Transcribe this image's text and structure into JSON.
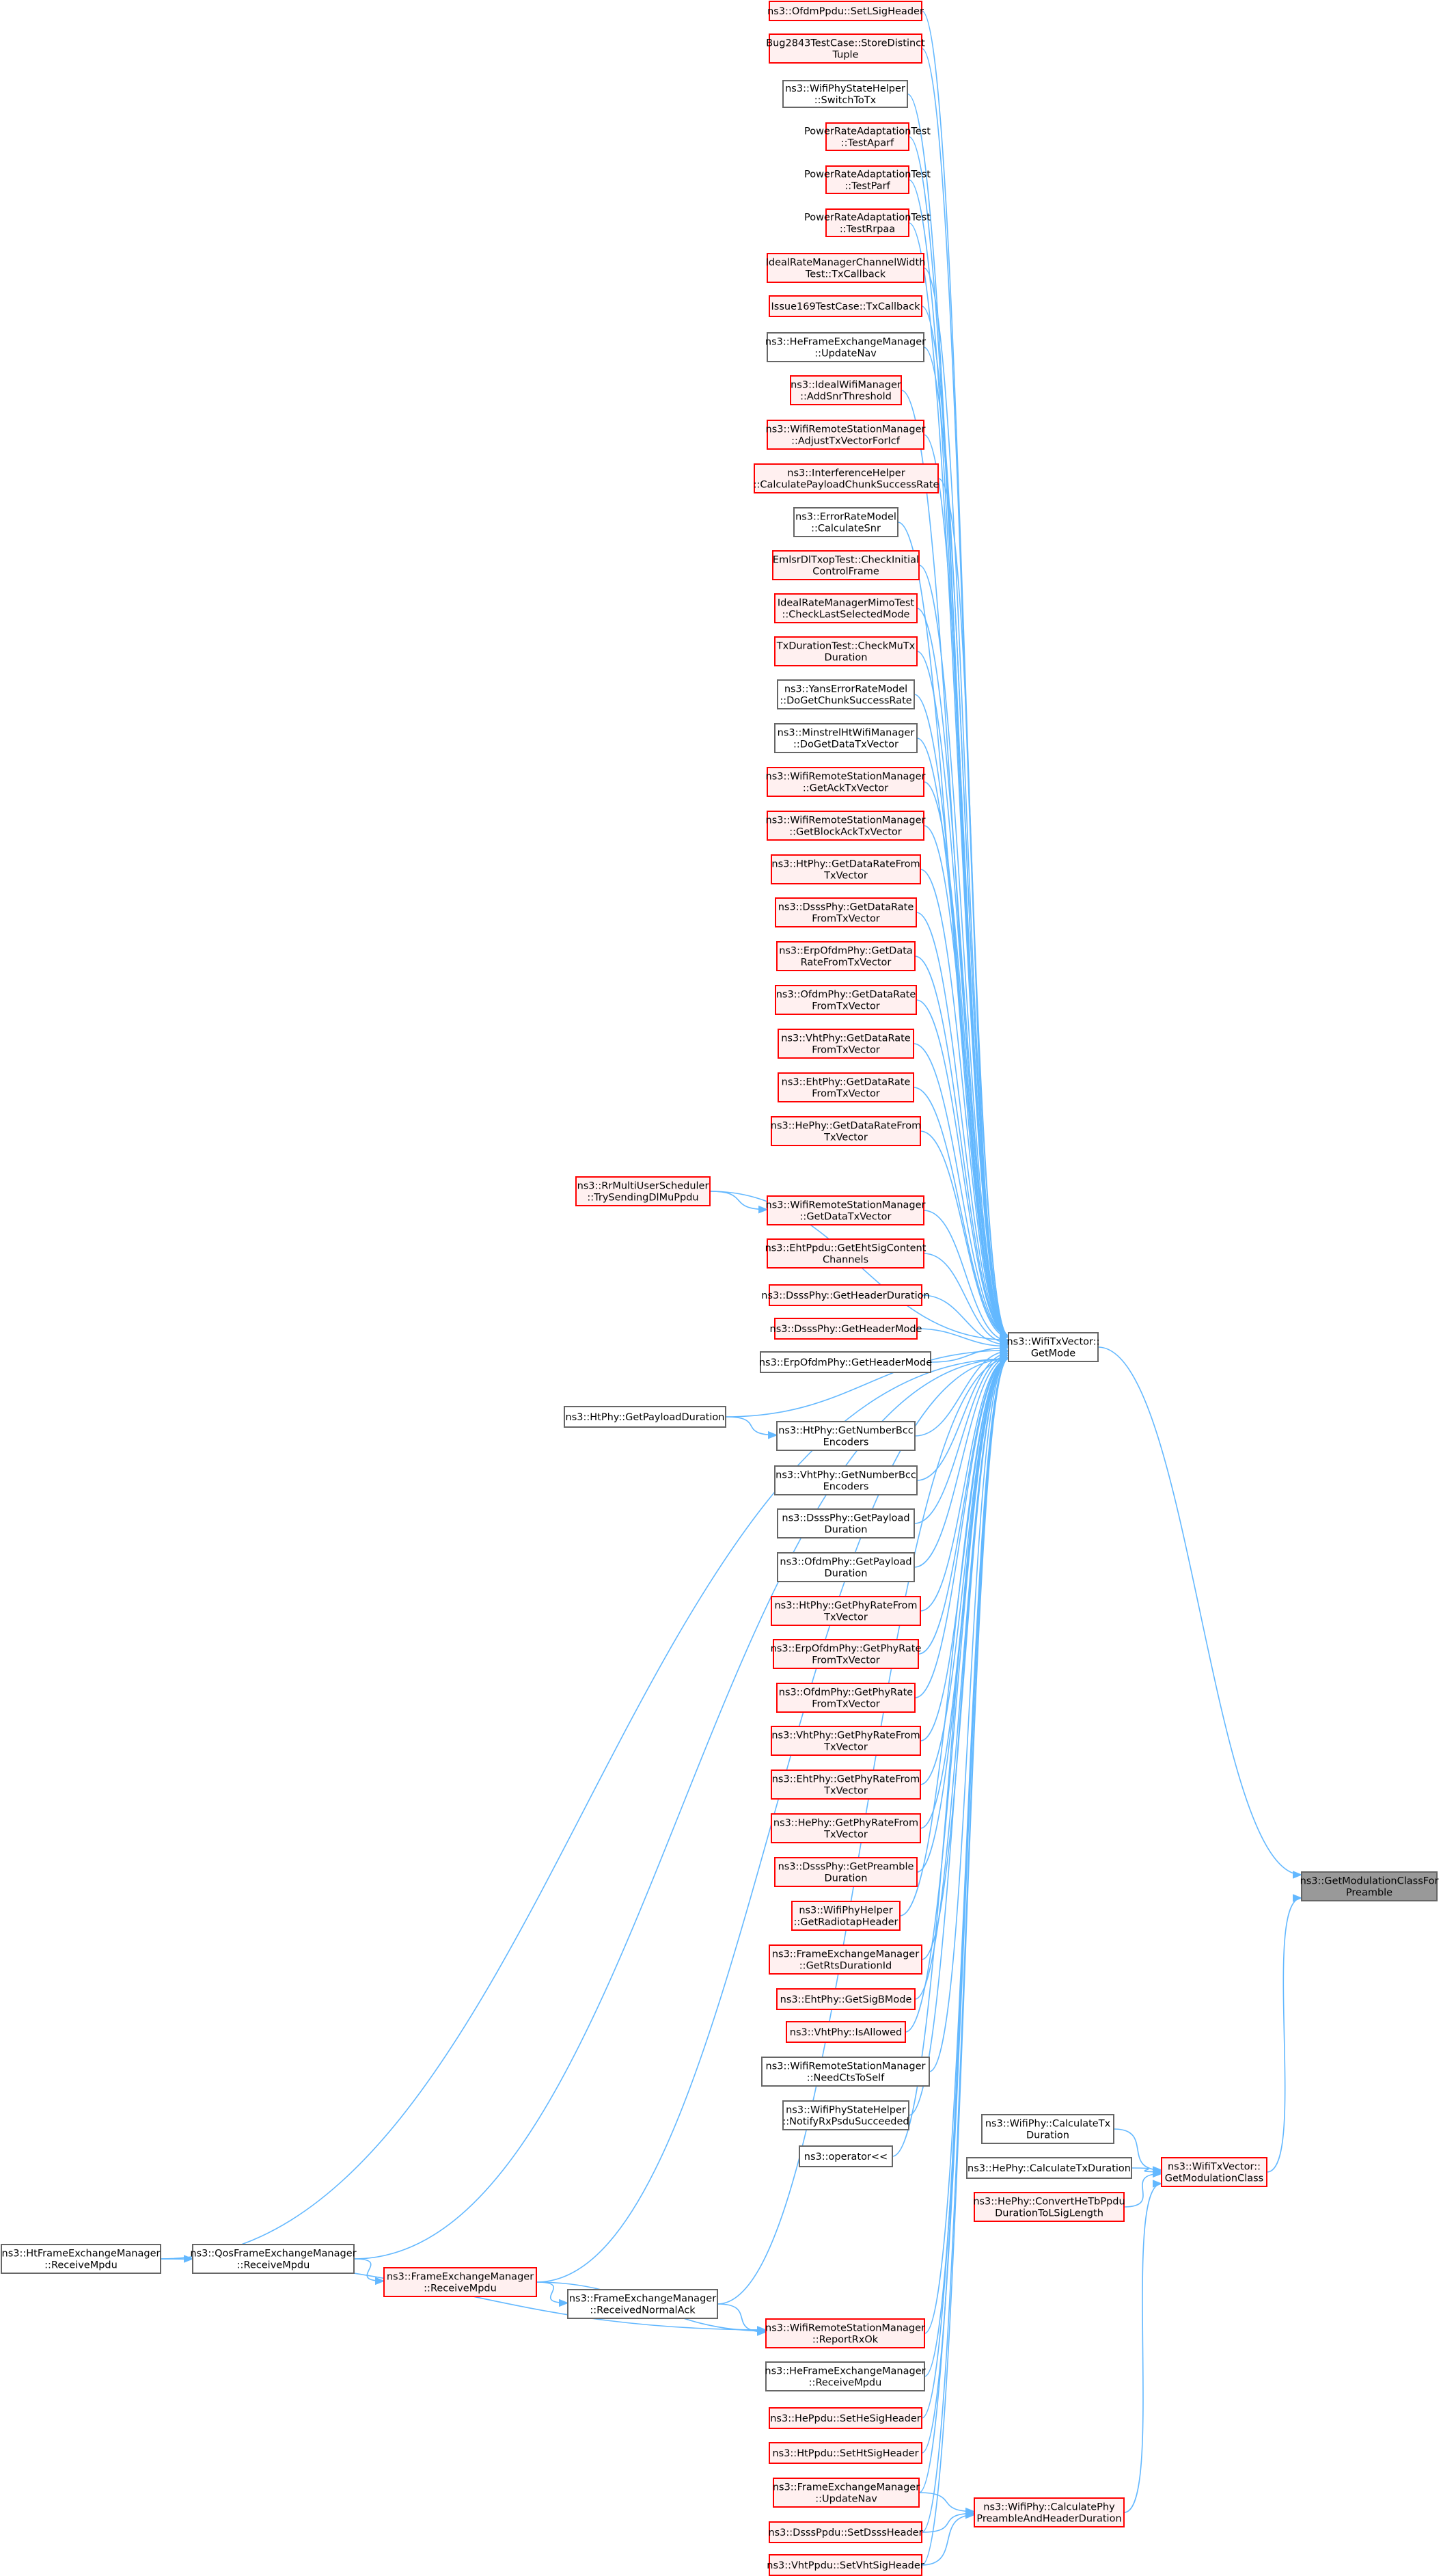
{
  "colors": {
    "edge": "#63b8ff",
    "normal_border": "#666666",
    "normal_fill": "#ffffff",
    "red_border": "#ff0000",
    "red_fill": "#fff0f0",
    "focus_border": "#666666",
    "focus_fill": "#999999"
  },
  "nodes": [
    {
      "id": "ofdm_setlsig",
      "lines": [
        "ns3::OfdmPpdu::SetLSigHeader"
      ],
      "style": "red"
    },
    {
      "id": "bug2843",
      "lines": [
        "Bug2843TestCase::StoreDistinct",
        "Tuple"
      ],
      "style": "red"
    },
    {
      "id": "statehelper_switchtotx",
      "lines": [
        "ns3::WifiPhyStateHelper",
        "::SwitchToTx"
      ],
      "style": "normal"
    },
    {
      "id": "prat_aparf",
      "lines": [
        "PowerRateAdaptationTest",
        "::TestAparf"
      ],
      "style": "red"
    },
    {
      "id": "prat_parf",
      "lines": [
        "PowerRateAdaptationTest",
        "::TestParf"
      ],
      "style": "red"
    },
    {
      "id": "prat_rrpaa",
      "lines": [
        "PowerRateAdaptationTest",
        "::TestRrpaa"
      ],
      "style": "red"
    },
    {
      "id": "idealcw_txcb",
      "lines": [
        "IdealRateManagerChannelWidth",
        "Test::TxCallback"
      ],
      "style": "red"
    },
    {
      "id": "issue169",
      "lines": [
        "Issue169TestCase::TxCallback"
      ],
      "style": "red"
    },
    {
      "id": "hefem_updatenav",
      "lines": [
        "ns3::HeFrameExchangeManager",
        "::UpdateNav"
      ],
      "style": "normal"
    },
    {
      "id": "ideal_addsnr",
      "lines": [
        "ns3::IdealWifiManager",
        "::AddSnrThreshold"
      ],
      "style": "red"
    },
    {
      "id": "wrsm_adjust",
      "lines": [
        "ns3::WifiRemoteStationManager",
        "::AdjustTxVectorForIcf"
      ],
      "style": "red"
    },
    {
      "id": "interf_calc",
      "lines": [
        "ns3::InterferenceHelper",
        "::CalculatePayloadChunkSuccessRate"
      ],
      "style": "red"
    },
    {
      "id": "erm_calcsnr",
      "lines": [
        "ns3::ErrorRateModel",
        "::CalculateSnr"
      ],
      "style": "normal"
    },
    {
      "id": "emlsr_check",
      "lines": [
        "EmlsrDlTxopTest::CheckInitial",
        "ControlFrame"
      ],
      "style": "red"
    },
    {
      "id": "idealmimo",
      "lines": [
        "IdealRateManagerMimoTest",
        "::CheckLastSelectedMode"
      ],
      "style": "red"
    },
    {
      "id": "txdur_checkmu",
      "lines": [
        "TxDurationTest::CheckMuTx",
        "Duration"
      ],
      "style": "red"
    },
    {
      "id": "yans_dochunk",
      "lines": [
        "ns3::YansErrorRateModel",
        "::DoGetChunkSuccessRate"
      ],
      "style": "normal"
    },
    {
      "id": "minstrel_dogetdata",
      "lines": [
        "ns3::MinstrelHtWifiManager",
        "::DoGetDataTxVector"
      ],
      "style": "normal"
    },
    {
      "id": "wrsm_getack",
      "lines": [
        "ns3::WifiRemoteStationManager",
        "::GetAckTxVector"
      ],
      "style": "red"
    },
    {
      "id": "wrsm_getblockack",
      "lines": [
        "ns3::WifiRemoteStationManager",
        "::GetBlockAckTxVector"
      ],
      "style": "red"
    },
    {
      "id": "ht_getdatarate",
      "lines": [
        "ns3::HtPhy::GetDataRateFrom",
        "TxVector"
      ],
      "style": "red"
    },
    {
      "id": "dsss_getdatarate",
      "lines": [
        "ns3::DsssPhy::GetDataRate",
        "FromTxVector"
      ],
      "style": "red"
    },
    {
      "id": "erp_getdatarate",
      "lines": [
        "ns3::ErpOfdmPhy::GetData",
        "RateFromTxVector"
      ],
      "style": "red"
    },
    {
      "id": "ofdm_getdatarate",
      "lines": [
        "ns3::OfdmPhy::GetDataRate",
        "FromTxVector"
      ],
      "style": "red"
    },
    {
      "id": "vht_getdatarate",
      "lines": [
        "ns3::VhtPhy::GetDataRate",
        "FromTxVector"
      ],
      "style": "red"
    },
    {
      "id": "eht_getdatarate",
      "lines": [
        "ns3::EhtPhy::GetDataRate",
        "FromTxVector"
      ],
      "style": "red"
    },
    {
      "id": "he_getdatarate",
      "lines": [
        "ns3::HePhy::GetDataRateFrom",
        "TxVector"
      ],
      "style": "red"
    },
    {
      "id": "rrmu_trysending",
      "lines": [
        "ns3::RrMultiUserScheduler",
        "::TrySendingDlMuPpdu"
      ],
      "style": "red"
    },
    {
      "id": "wrsm_getdata",
      "lines": [
        "ns3::WifiRemoteStationManager",
        "::GetDataTxVector"
      ],
      "style": "red"
    },
    {
      "id": "ehtppdu_getsig",
      "lines": [
        "ns3::EhtPpdu::GetEhtSigContent",
        "Channels"
      ],
      "style": "red"
    },
    {
      "id": "dsss_getheaderdur",
      "lines": [
        "ns3::DsssPhy::GetHeaderDuration"
      ],
      "style": "red"
    },
    {
      "id": "dsss_getheadermode",
      "lines": [
        "ns3::DsssPhy::GetHeaderMode"
      ],
      "style": "red"
    },
    {
      "id": "erp_getheadermode",
      "lines": [
        "ns3::ErpOfdmPhy::GetHeaderMode"
      ],
      "style": "normal"
    },
    {
      "id": "txvec_getmode",
      "lines": [
        "ns3::WifiTxVector::",
        "GetMode"
      ],
      "style": "normal"
    },
    {
      "id": "ht_getpayloaddur",
      "lines": [
        "ns3::HtPhy::GetPayloadDuration"
      ],
      "style": "normal"
    },
    {
      "id": "ht_getnumbcc",
      "lines": [
        "ns3::HtPhy::GetNumberBcc",
        "Encoders"
      ],
      "style": "normal"
    },
    {
      "id": "vht_getnumbcc",
      "lines": [
        "ns3::VhtPhy::GetNumberBcc",
        "Encoders"
      ],
      "style": "normal"
    },
    {
      "id": "dsss_getpayload",
      "lines": [
        "ns3::DsssPhy::GetPayload",
        "Duration"
      ],
      "style": "normal"
    },
    {
      "id": "ofdm_getpayload",
      "lines": [
        "ns3::OfdmPhy::GetPayload",
        "Duration"
      ],
      "style": "normal"
    },
    {
      "id": "ht_getphyrate",
      "lines": [
        "ns3::HtPhy::GetPhyRateFrom",
        "TxVector"
      ],
      "style": "red"
    },
    {
      "id": "erp_getphyrate",
      "lines": [
        "ns3::ErpOfdmPhy::GetPhyRate",
        "FromTxVector"
      ],
      "style": "red"
    },
    {
      "id": "ofdm_getphyrate",
      "lines": [
        "ns3::OfdmPhy::GetPhyRate",
        "FromTxVector"
      ],
      "style": "red"
    },
    {
      "id": "vht_getphyrate",
      "lines": [
        "ns3::VhtPhy::GetPhyRateFrom",
        "TxVector"
      ],
      "style": "red"
    },
    {
      "id": "eht_getphyrate",
      "lines": [
        "ns3::EhtPhy::GetPhyRateFrom",
        "TxVector"
      ],
      "style": "red"
    },
    {
      "id": "he_getphyrate",
      "lines": [
        "ns3::HePhy::GetPhyRateFrom",
        "TxVector"
      ],
      "style": "red"
    },
    {
      "id": "dsss_getpreamble",
      "lines": [
        "ns3::DsssPhy::GetPreamble",
        "Duration"
      ],
      "style": "red"
    },
    {
      "id": "wifiphyhelper_radiotap",
      "lines": [
        "ns3::WifiPhyHelper",
        "::GetRadiotapHeader"
      ],
      "style": "red"
    },
    {
      "id": "fem_getrts",
      "lines": [
        "ns3::FrameExchangeManager",
        "::GetRtsDurationId"
      ],
      "style": "red"
    },
    {
      "id": "eht_getsigb",
      "lines": [
        "ns3::EhtPhy::GetSigBMode"
      ],
      "style": "red"
    },
    {
      "id": "vht_isallowed",
      "lines": [
        "ns3::VhtPhy::IsAllowed"
      ],
      "style": "red"
    },
    {
      "id": "wrsm_needcts",
      "lines": [
        "ns3::WifiRemoteStationManager",
        "::NeedCtsToSelf"
      ],
      "style": "normal"
    },
    {
      "id": "statehelper_notify",
      "lines": [
        "ns3::WifiPhyStateHelper",
        "::NotifyRxPsduSucceeded"
      ],
      "style": "normal"
    },
    {
      "id": "op_lshift",
      "lines": [
        "ns3::operator<<"
      ],
      "style": "normal"
    },
    {
      "id": "wifiphy_calctx",
      "lines": [
        "ns3::WifiPhy::CalculateTx",
        "Duration"
      ],
      "style": "normal"
    },
    {
      "id": "hephy_calctx",
      "lines": [
        "ns3::HePhy::CalculateTxDuration"
      ],
      "style": "normal"
    },
    {
      "id": "hephy_convert",
      "lines": [
        "ns3::HePhy::ConvertHeTbPpdu",
        "DurationToLSigLength"
      ],
      "style": "red"
    },
    {
      "id": "txvec_getmodclass",
      "lines": [
        "ns3::WifiTxVector::",
        "GetModulationClass"
      ],
      "style": "red"
    },
    {
      "id": "getmodclass_preamble",
      "lines": [
        "ns3::GetModulationClassFor",
        "Preamble"
      ],
      "style": "focus"
    },
    {
      "id": "htfem_receive",
      "lines": [
        "ns3::HtFrameExchangeManager",
        "::ReceiveMpdu"
      ],
      "style": "normal"
    },
    {
      "id": "qosfem_receive",
      "lines": [
        "ns3::QosFrameExchangeManager",
        "::ReceiveMpdu"
      ],
      "style": "normal"
    },
    {
      "id": "fem_receive",
      "lines": [
        "ns3::FrameExchangeManager",
        "::ReceiveMpdu"
      ],
      "style": "red"
    },
    {
      "id": "fem_receivednormalack",
      "lines": [
        "ns3::FrameExchangeManager",
        "::ReceivedNormalAck"
      ],
      "style": "normal"
    },
    {
      "id": "wrsm_reportrxok",
      "lines": [
        "ns3::WifiRemoteStationManager",
        "::ReportRxOk"
      ],
      "style": "red"
    },
    {
      "id": "hefem_receive",
      "lines": [
        "ns3::HeFrameExchangeManager",
        "::ReceiveMpdu"
      ],
      "style": "normal"
    },
    {
      "id": "heppdu_sethesig",
      "lines": [
        "ns3::HePpdu::SetHeSigHeader"
      ],
      "style": "red"
    },
    {
      "id": "htppdu_sethtsig",
      "lines": [
        "ns3::HtPpdu::SetHtSigHeader"
      ],
      "style": "red"
    },
    {
      "id": "fem_updatenav",
      "lines": [
        "ns3::FrameExchangeManager",
        "::UpdateNav"
      ],
      "style": "red"
    },
    {
      "id": "dsssppdu_setdsss",
      "lines": [
        "ns3::DsssPpdu::SetDsssHeader"
      ],
      "style": "red"
    },
    {
      "id": "vhtppdu_setvhtsig",
      "lines": [
        "ns3::VhtPpdu::SetVhtSigHeader"
      ],
      "style": "red"
    },
    {
      "id": "wifiphy_calcpreamble",
      "lines": [
        "ns3::WifiPhy::CalculatePhy",
        "PreambleAndHeaderDuration"
      ],
      "style": "red"
    }
  ],
  "edges": [
    [
      "ofdm_setlsig",
      "txvec_getmode"
    ],
    [
      "bug2843",
      "txvec_getmode"
    ],
    [
      "statehelper_switchtotx",
      "txvec_getmode"
    ],
    [
      "prat_aparf",
      "txvec_getmode"
    ],
    [
      "prat_parf",
      "txvec_getmode"
    ],
    [
      "prat_rrpaa",
      "txvec_getmode"
    ],
    [
      "idealcw_txcb",
      "txvec_getmode"
    ],
    [
      "issue169",
      "txvec_getmode"
    ],
    [
      "hefem_updatenav",
      "txvec_getmode"
    ],
    [
      "ideal_addsnr",
      "txvec_getmode"
    ],
    [
      "wrsm_adjust",
      "txvec_getmode"
    ],
    [
      "interf_calc",
      "txvec_getmode"
    ],
    [
      "erm_calcsnr",
      "txvec_getmode"
    ],
    [
      "emlsr_check",
      "txvec_getmode"
    ],
    [
      "idealmimo",
      "txvec_getmode"
    ],
    [
      "txdur_checkmu",
      "txvec_getmode"
    ],
    [
      "yans_dochunk",
      "txvec_getmode"
    ],
    [
      "minstrel_dogetdata",
      "txvec_getmode"
    ],
    [
      "wrsm_getack",
      "txvec_getmode"
    ],
    [
      "wrsm_getblockack",
      "txvec_getmode"
    ],
    [
      "ht_getdatarate",
      "txvec_getmode"
    ],
    [
      "dsss_getdatarate",
      "txvec_getmode"
    ],
    [
      "erp_getdatarate",
      "txvec_getmode"
    ],
    [
      "ofdm_getdatarate",
      "txvec_getmode"
    ],
    [
      "vht_getdatarate",
      "txvec_getmode"
    ],
    [
      "eht_getdatarate",
      "txvec_getmode"
    ],
    [
      "he_getdatarate",
      "txvec_getmode"
    ],
    [
      "rrmu_trysending",
      "txvec_getmode"
    ],
    [
      "rrmu_trysending",
      "wrsm_getdata"
    ],
    [
      "wrsm_getdata",
      "txvec_getmode"
    ],
    [
      "ehtppdu_getsig",
      "txvec_getmode"
    ],
    [
      "dsss_getheaderdur",
      "txvec_getmode"
    ],
    [
      "dsss_getheadermode",
      "txvec_getmode"
    ],
    [
      "erp_getheadermode",
      "txvec_getmode"
    ],
    [
      "ht_getpayloaddur",
      "txvec_getmode"
    ],
    [
      "ht_getpayloaddur",
      "ht_getnumbcc"
    ],
    [
      "ht_getnumbcc",
      "txvec_getmode"
    ],
    [
      "vht_getnumbcc",
      "txvec_getmode"
    ],
    [
      "dsss_getpayload",
      "txvec_getmode"
    ],
    [
      "ofdm_getpayload",
      "txvec_getmode"
    ],
    [
      "ht_getphyrate",
      "txvec_getmode"
    ],
    [
      "erp_getphyrate",
      "txvec_getmode"
    ],
    [
      "ofdm_getphyrate",
      "txvec_getmode"
    ],
    [
      "vht_getphyrate",
      "txvec_getmode"
    ],
    [
      "eht_getphyrate",
      "txvec_getmode"
    ],
    [
      "he_getphyrate",
      "txvec_getmode"
    ],
    [
      "dsss_getpreamble",
      "txvec_getmode"
    ],
    [
      "wifiphyhelper_radiotap",
      "txvec_getmode"
    ],
    [
      "fem_getrts",
      "txvec_getmode"
    ],
    [
      "eht_getsigb",
      "txvec_getmode"
    ],
    [
      "vht_isallowed",
      "txvec_getmode"
    ],
    [
      "wrsm_needcts",
      "txvec_getmode"
    ],
    [
      "statehelper_notify",
      "txvec_getmode"
    ],
    [
      "op_lshift",
      "txvec_getmode"
    ],
    [
      "htfem_receive",
      "txvec_getmode"
    ],
    [
      "htfem_receive",
      "qosfem_receive"
    ],
    [
      "htfem_receive",
      "wrsm_reportrxok"
    ],
    [
      "qosfem_receive",
      "txvec_getmode"
    ],
    [
      "qosfem_receive",
      "fem_receive"
    ],
    [
      "fem_receive",
      "txvec_getmode"
    ],
    [
      "fem_receive",
      "fem_receivednormalack"
    ],
    [
      "fem_receive",
      "wrsm_reportrxok"
    ],
    [
      "fem_receivednormalack",
      "txvec_getmode"
    ],
    [
      "fem_receivednormalack",
      "wrsm_reportrxok"
    ],
    [
      "wrsm_reportrxok",
      "txvec_getmode"
    ],
    [
      "hefem_receive",
      "txvec_getmode"
    ],
    [
      "heppdu_sethesig",
      "txvec_getmode"
    ],
    [
      "htppdu_sethtsig",
      "txvec_getmode"
    ],
    [
      "fem_updatenav",
      "txvec_getmode"
    ],
    [
      "fem_updatenav",
      "wifiphy_calcpreamble"
    ],
    [
      "dsssppdu_setdsss",
      "txvec_getmode"
    ],
    [
      "dsssppdu_setdsss",
      "wifiphy_calcpreamble"
    ],
    [
      "vhtppdu_setvhtsig",
      "txvec_getmode"
    ],
    [
      "vhtppdu_setvhtsig",
      "wifiphy_calcpreamble"
    ],
    [
      "txvec_getmode",
      "getmodclass_preamble"
    ],
    [
      "wifiphy_calctx",
      "txvec_getmodclass"
    ],
    [
      "hephy_calctx",
      "txvec_getmodclass"
    ],
    [
      "hephy_convert",
      "txvec_getmodclass"
    ],
    [
      "wifiphy_calcpreamble",
      "txvec_getmodclass"
    ],
    [
      "txvec_getmodclass",
      "getmodclass_preamble"
    ]
  ]
}
